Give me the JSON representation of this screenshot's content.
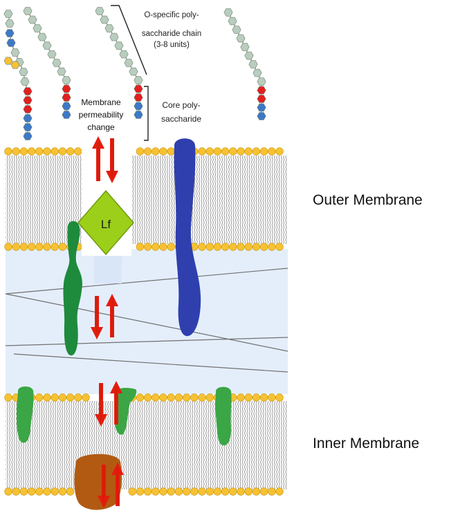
{
  "labels": {
    "o_chain": [
      "O-specific poly-",
      "saccharide chain",
      "(3-8 units)"
    ],
    "core": [
      "Core poly-",
      "saccharide"
    ],
    "permeability": [
      "Membrane",
      "permeability",
      "change"
    ],
    "lf": "Lf",
    "outer_membrane": "Outer Membrane",
    "inner_membrane": "Inner Membrane"
  },
  "colors": {
    "head": "#f6c133",
    "head_stroke": "#c89810",
    "tail": "#8f8f8f",
    "periplasm": "#e4eefb",
    "hexagon_gray": "#b8cdbd",
    "hexagon_red": "#e32020",
    "hexagon_blue": "#3d79c8",
    "porin_blue": "#2f3fae",
    "protein_green": "#1e8a3c",
    "protein_light_green": "#3aa645",
    "protein_brown": "#b25a12",
    "lf_diamond": "#9ccf1a",
    "arrow_red": "#e41c0c"
  }
}
